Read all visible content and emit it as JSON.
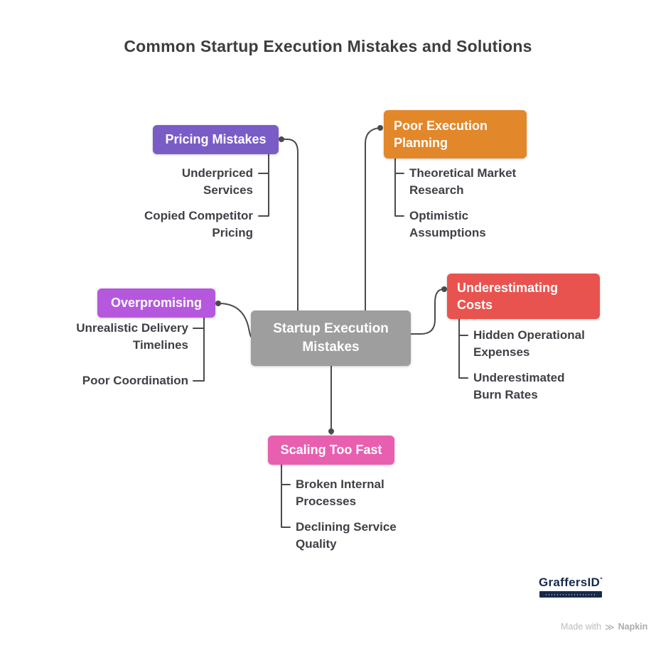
{
  "title": "Common Startup Execution Mistakes and Solutions",
  "center": {
    "label": "Startup Execution Mistakes",
    "color": "#9e9e9e"
  },
  "branches": [
    {
      "label": "Pricing Mistakes",
      "color": "#7a5cc7",
      "items": [
        "Underpriced Services",
        "Copied Competitor Pricing"
      ]
    },
    {
      "label": "Poor Execution Planning",
      "color": "#e2872a",
      "items": [
        "Theoretical Market Research",
        "Optimistic Assumptions"
      ]
    },
    {
      "label": "Overpromising",
      "color": "#b558dd",
      "items": [
        "Unrealistic Delivery Timelines",
        "Poor Coordination"
      ]
    },
    {
      "label": "Underestimating Costs",
      "color": "#e9534f",
      "items": [
        "Hidden Operational Expenses",
        "Underestimated Burn Rates"
      ]
    },
    {
      "label": "Scaling Too Fast",
      "color": "#e85fb0",
      "items": [
        "Broken Internal Processes",
        "Declining Service Quality"
      ]
    }
  ],
  "connector_color": "#4b4b4b",
  "footer": {
    "brand": "GraffersID",
    "made_with_prefix": "Made with",
    "made_with_brand": "Napkin"
  }
}
